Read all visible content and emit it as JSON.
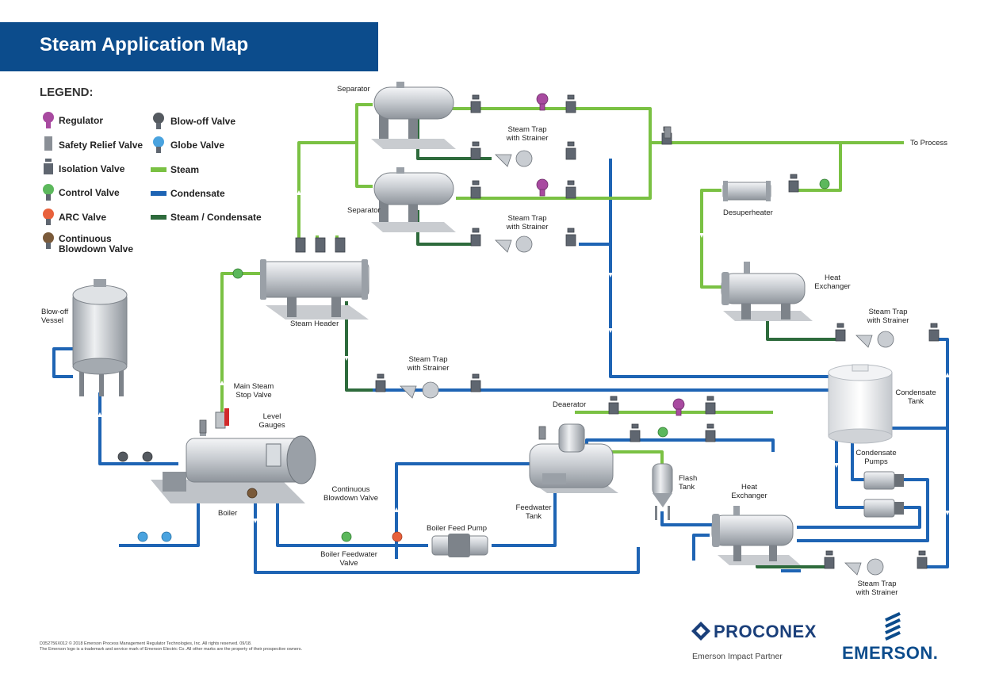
{
  "title": "Steam Application Map",
  "legend": {
    "heading": "LEGEND:",
    "items": [
      {
        "label": "Regulator",
        "icon": "regulator-icon",
        "color": "#a84aa0"
      },
      {
        "label": "Safety Relief Valve",
        "icon": "safety-relief-valve-icon",
        "color": "#8a8f96"
      },
      {
        "label": "Isolation Valve",
        "icon": "isolation-valve-icon",
        "color": "#5f6670"
      },
      {
        "label": "Control Valve",
        "icon": "control-valve-icon",
        "color": "#5cb85c"
      },
      {
        "label": "ARC Valve",
        "icon": "arc-valve-icon",
        "color": "#e8613c"
      },
      {
        "label": "Continuous\nBlowdown Valve",
        "icon": "continuous-blowdown-valve-icon",
        "color": "#7a5a3a"
      },
      {
        "label": "Blow-off Valve",
        "icon": "blow-off-valve-icon",
        "color": "#555a60"
      },
      {
        "label": "Globe Valve",
        "icon": "globe-valve-icon",
        "color": "#4aa3df"
      },
      {
        "label": "Steam",
        "icon": "steam-line-icon",
        "color": "#7ac143"
      },
      {
        "label": "Condensate",
        "icon": "condensate-line-icon",
        "color": "#1e64b4"
      },
      {
        "label": "Steam / Condensate",
        "icon": "steam-condensate-line-icon",
        "color": "#2e6b3c"
      }
    ]
  },
  "labels": {
    "separator_top": "Separator",
    "separator_bottom": "Separator",
    "steam_trap_a": "Steam Trap\nwith Strainer",
    "steam_trap_b": "Steam Trap\nwith Strainer",
    "steam_trap_c": "Steam Trap\nwith Strainer",
    "steam_trap_d": "Steam Trap\nwith Strainer",
    "steam_trap_e": "Steam Trap\nwith Strainer",
    "to_process": "To Process",
    "desuperheater": "Desuperheater",
    "heat_exchanger_top": "Heat\nExchanger",
    "heat_exchanger_bottom": "Heat\nExchanger",
    "steam_header": "Steam Header",
    "blow_off_vessel": "Blow-off\nVessel",
    "main_steam_stop_valve": "Main Steam\nStop Valve",
    "level_gauges": "Level\nGauges",
    "continuous_blowdown_valve": "Continuous\nBlowdown Valve",
    "boiler": "Boiler",
    "deaerator": "Deaerator",
    "feedwater_tank": "Feedwater\nTank",
    "flash_tank": "Flash\nTank",
    "boiler_feed_pump": "Boiler Feed Pump",
    "boiler_feedwater_valve": "Boiler Feedwater\nValve",
    "condensate_tank": "Condensate\nTank",
    "condensate_pumps": "Condensate\nPumps"
  },
  "colors": {
    "steam": "#7ac143",
    "condensate": "#1e64b4",
    "steam_condensate": "#2e6b3c",
    "header_blue": "#0c4c8c"
  },
  "footer": {
    "line1": "D352756X012 © 2018 Emerson Process Management Regulator Technologies, Inc. All rights reserved. 09/18.",
    "line2": "The Emerson logo is a trademark and service mark of Emerson Electric Co. All other marks are the property of their prospective owners."
  },
  "brand": {
    "proconex": "PROCONEX",
    "proconex_tagline": "Emerson Impact Partner",
    "emerson": "EMERSON."
  }
}
